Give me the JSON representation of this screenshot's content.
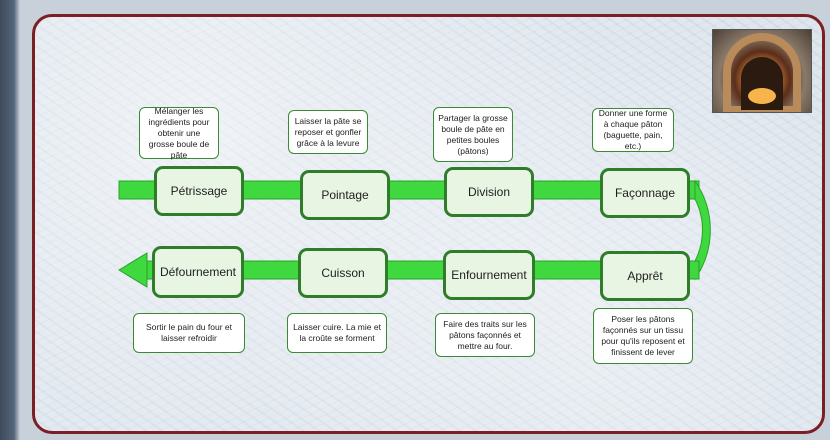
{
  "colors": {
    "frame": "#7a1f24",
    "arrow": "#3fd93f",
    "step_border": "#2f7d2a",
    "step_fill": "#e8f5e3"
  },
  "steps_top": [
    {
      "label": "Pétrissage",
      "note": "Mélanger les ingrédients pour obtenir une grosse boule de pâte"
    },
    {
      "label": "Pointage",
      "note": "Laisser la pâte se reposer et gonfler grâce à la levure"
    },
    {
      "label": "Division",
      "note": "Partager la grosse boule de pâte en petites boules (pâtons)"
    },
    {
      "label": "Façonnage",
      "note": "Donner une forme à chaque pâton (baguette, pain, etc.)"
    }
  ],
  "steps_bottom": [
    {
      "label": "Défournement",
      "note": "Sortir le pain du four et laisser refroidir"
    },
    {
      "label": "Cuisson",
      "note": "Laisser cuire. La mie et la croûte se forment"
    },
    {
      "label": "Enfournement",
      "note": "Faire des traits sur les pâtons façonnés et mettre au four."
    },
    {
      "label": "Apprêt",
      "note": "Poser les pâtons façonnés sur un tissu pour qu'ils reposent et finissent de lever"
    }
  ],
  "oven_image_icon": "bread-oven-photo"
}
